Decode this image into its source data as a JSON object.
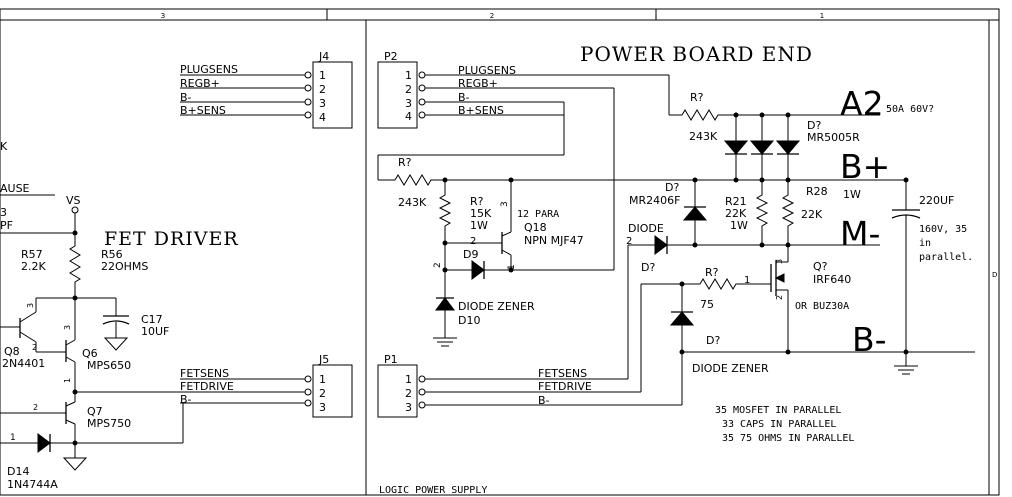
{
  "border": {
    "zones": [
      "3",
      "2",
      "1"
    ],
    "side_zone": "D"
  },
  "title": "POWER BOARD END",
  "fet_driver_title": "FET DRIVER",
  "left_cut": {
    "k_frag": "K",
    "cause_frag": "AUSE",
    "pf_num": "3",
    "pf_frag": "PF"
  },
  "vs_label": "VS",
  "connectors": {
    "j4": {
      "ref": "J4",
      "pins": [
        "1",
        "2",
        "3",
        "4"
      ],
      "nets": [
        "PLUGSENS",
        "REGB+",
        "B-",
        "B+SENS"
      ]
    },
    "p2": {
      "ref": "P2",
      "pins": [
        "1",
        "2",
        "3",
        "4"
      ],
      "nets": [
        "PLUGSENS",
        "REGB+",
        "B-",
        "B+SENS"
      ]
    },
    "j5": {
      "ref": "J5",
      "pins": [
        "1",
        "2",
        "3"
      ],
      "nets": [
        "FETSENS",
        "FETDRIVE",
        "B-"
      ]
    },
    "p1": {
      "ref": "P1",
      "pins": [
        "1",
        "2",
        "3"
      ],
      "nets": [
        "FETSENS",
        "FETDRIVE",
        "B-"
      ]
    }
  },
  "components": {
    "r57": {
      "ref": "R57",
      "value": "2.2K"
    },
    "r56": {
      "ref": "R56",
      "value": "22OHMS"
    },
    "c17": {
      "ref": "C17",
      "value": "10UF"
    },
    "q8": {
      "ref": "Q8",
      "value": "2N4401"
    },
    "q6": {
      "ref": "Q6",
      "value": "MPS650"
    },
    "q7": {
      "ref": "Q7",
      "value": "MPS750"
    },
    "d14": {
      "ref": "D14",
      "value": "1N4744A"
    },
    "r_243k_a": {
      "ref": "R?",
      "value": "243K"
    },
    "r_15k": {
      "ref": "R?",
      "value": "15K",
      "power": "1W"
    },
    "q18": {
      "ref": "Q18",
      "value": "NPN MJF47",
      "note": "12 PARA"
    },
    "d9": {
      "ref": "D9"
    },
    "d10": {
      "ref": "D10",
      "value": "DIODE ZENER"
    },
    "r_243k_b": {
      "ref": "R?",
      "value": "243K"
    },
    "d_mr5005": {
      "ref": "D?",
      "value": "MR5005R"
    },
    "d_mr2406": {
      "ref": "D?",
      "value": "MR2406F"
    },
    "r21": {
      "ref": "R21",
      "value": "22K",
      "power": "1W"
    },
    "r28": {
      "ref": "R28",
      "value": "22K",
      "power": "1W"
    },
    "c_220uf": {
      "value": "220UF",
      "note_lines": [
        "160V, 35",
        "in",
        "parallel."
      ]
    },
    "d_diode": {
      "ref": "D?",
      "value": "DIODE"
    },
    "q_irf640": {
      "ref": "Q?",
      "value": "IRF640",
      "alt": "OR BUZ30A"
    },
    "r_75": {
      "ref": "R?",
      "value": "75"
    },
    "d_zener2": {
      "ref": "D?",
      "value": "DIODE ZENER"
    }
  },
  "pin_numbers": {
    "p1": "1",
    "p2": "2",
    "p3": "3"
  },
  "rails": {
    "a2": "A2",
    "a2_note": "50A 60V?",
    "bplus": "B+",
    "mminus": "M-",
    "bminus": "B-"
  },
  "notes": [
    "35 MOSFET IN PARALLEL",
    "33 CAPS IN PARALLEL",
    "35 75 OHMS IN PARALLEL"
  ],
  "bottom_label": "LOGIC POWER SUPPLY"
}
